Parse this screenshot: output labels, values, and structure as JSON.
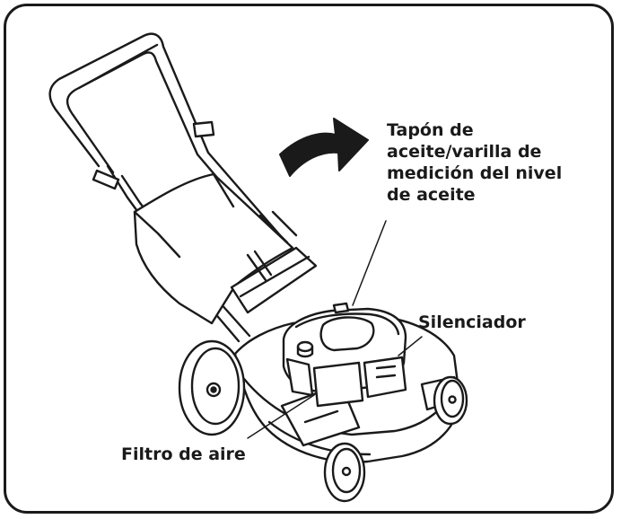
{
  "labels": {
    "oil_cap": [
      "Tapón de",
      "aceite/varilla de",
      "medición del nivel",
      "de aceite"
    ],
    "muffler": "Silenciador",
    "air_filter": "Filtro de aire"
  },
  "colors": {
    "line": "#1a1a1a",
    "fill": "#ffffff",
    "frame": "#1a1a1a"
  }
}
